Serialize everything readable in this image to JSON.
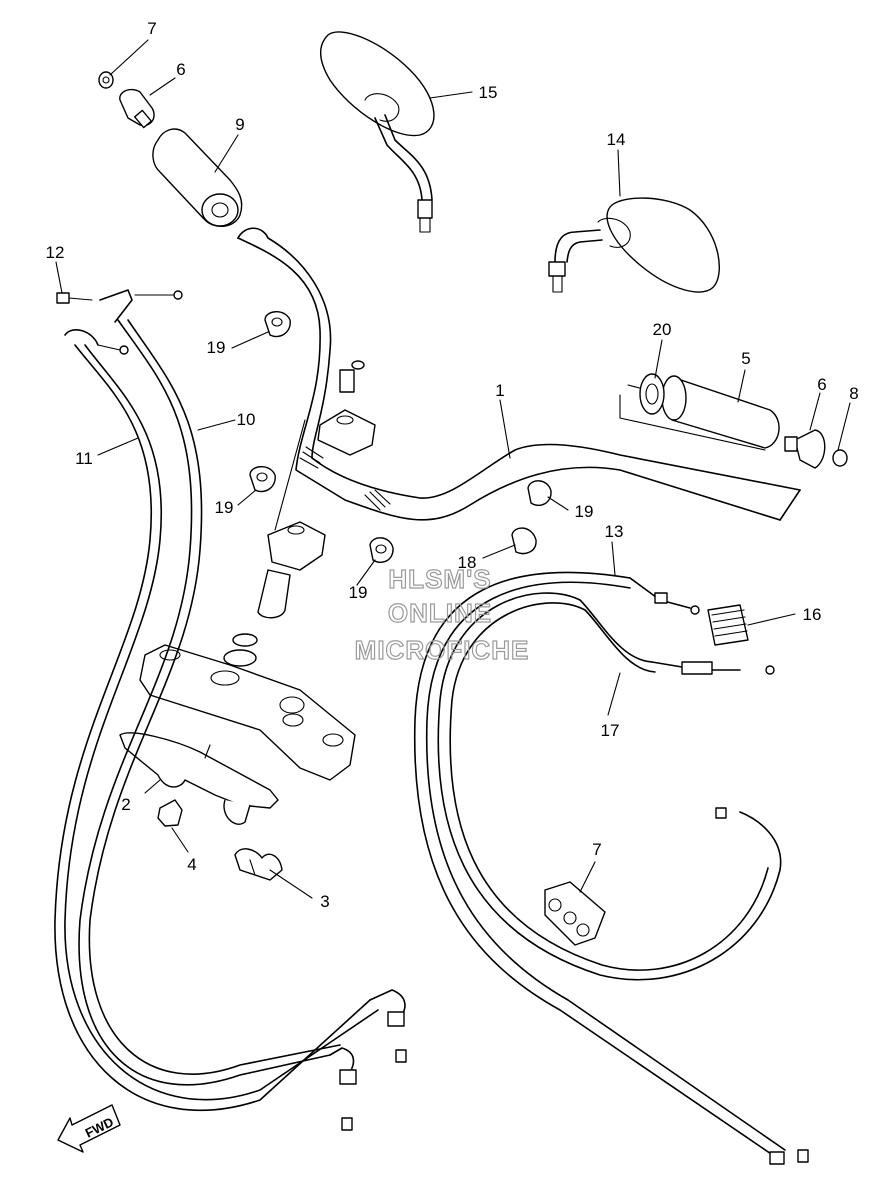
{
  "callouts": [
    {
      "id": "c1",
      "text": "1"
    },
    {
      "id": "c2",
      "text": "2"
    },
    {
      "id": "c3",
      "text": "3"
    },
    {
      "id": "c4",
      "text": "4"
    },
    {
      "id": "c5",
      "text": "5"
    },
    {
      "id": "c6a",
      "text": "6"
    },
    {
      "id": "c6b",
      "text": "6"
    },
    {
      "id": "c7a",
      "text": "7"
    },
    {
      "id": "c7b",
      "text": "7"
    },
    {
      "id": "c8",
      "text": "8"
    },
    {
      "id": "c9",
      "text": "9"
    },
    {
      "id": "c10",
      "text": "10"
    },
    {
      "id": "c11",
      "text": "11"
    },
    {
      "id": "c12",
      "text": "12"
    },
    {
      "id": "c13",
      "text": "13"
    },
    {
      "id": "c14",
      "text": "14"
    },
    {
      "id": "c15",
      "text": "15"
    },
    {
      "id": "c16",
      "text": "16"
    },
    {
      "id": "c17",
      "text": "17"
    },
    {
      "id": "c18",
      "text": "18"
    },
    {
      "id": "c19a",
      "text": "19"
    },
    {
      "id": "c19b",
      "text": "19"
    },
    {
      "id": "c19c",
      "text": "19"
    },
    {
      "id": "c19d",
      "text": "19"
    },
    {
      "id": "c20",
      "text": "20"
    }
  ],
  "watermark": {
    "line1": "HLSM'S",
    "line2": "ONLINE",
    "line3": "MICROFICHE"
  },
  "fwd_arrow": {
    "text": "FWD"
  }
}
